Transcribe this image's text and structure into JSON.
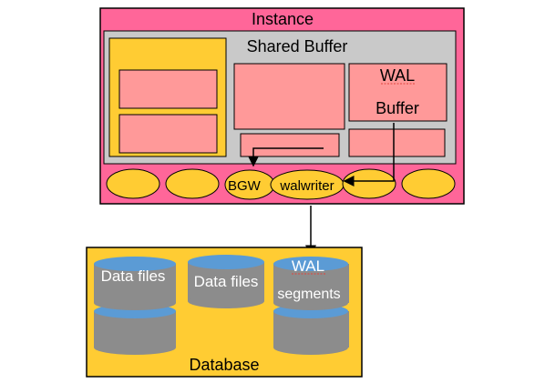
{
  "instance": {
    "title": "Instance",
    "shared_buffer_label": "Shared Buffer",
    "wal_buffer_label_line1": "WAL",
    "wal_buffer_label_line2": "Buffer"
  },
  "processes": {
    "bgw_label": "BGW",
    "walwriter_label": "walwriter"
  },
  "database": {
    "title": "Database",
    "data_files_1": "Data files",
    "data_files_2": "Data files",
    "wal_segments_line1": "WAL",
    "wal_segments_line2": "segments"
  },
  "colors": {
    "instance_fill": "#ff6699",
    "shared_buffer_fill": "#c9c9c9",
    "buffer_block_fill": "#ff9999",
    "yellow_fill": "#ffcc33",
    "cylinder_gray": "#8c8c8c",
    "cylinder_blue": "#5b9bd5"
  }
}
